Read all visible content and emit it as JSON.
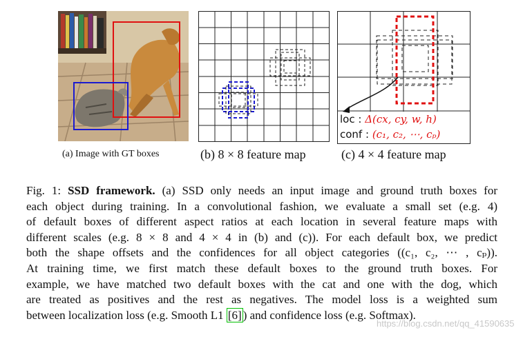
{
  "panels": {
    "a_caption": "(a) Image with GT boxes",
    "b_caption": "(b) 8 × 8 feature map",
    "c_caption": "(c) 4 × 4 feature map"
  },
  "annotations": {
    "loc_label": "loc :",
    "loc_math": "Δ(cx, cy, w, h)",
    "conf_label": "conf :",
    "conf_math": "(c₁, c₂, ⋯, cₚ)"
  },
  "colors": {
    "cat_box": "#1a1ad0",
    "dog_box": "#e01010",
    "grid": "#222222",
    "ref_border": "#00c000"
  },
  "description": {
    "fig_label": "Fig. 1: ",
    "bold_title": "SSD framework.",
    "line1_rest": " (a) SSD only needs an input image and ground truth boxes for",
    "line2": "each object during training. In a convolutional fashion, we evaluate a small set (e.g. 4)",
    "line3": "of default boxes of different aspect ratios at each location in several feature maps with",
    "line4": "different scales (e.g. 8 × 8 and 4 × 4 in (b) and (c)). For each default box, we predict",
    "line5": "both the shape offsets and the confidences for all object categories ((c₁, c₂, ⋯ , cₚ)).",
    "line6": "At training time, we first match these default boxes to the ground truth boxes. For",
    "line7": "example, we have matched two default boxes with the cat and one with the dog, which",
    "line8": "are treated as positives and the rest as negatives. The model loss is a weighted sum",
    "line9_pre": "between localization loss (e.g. Smooth L1 ",
    "ref": "[6]",
    "line9_post": ") and confidence loss (e.g. Softmax)."
  },
  "watermark": "https://blog.csdn.net/qq_41590635"
}
